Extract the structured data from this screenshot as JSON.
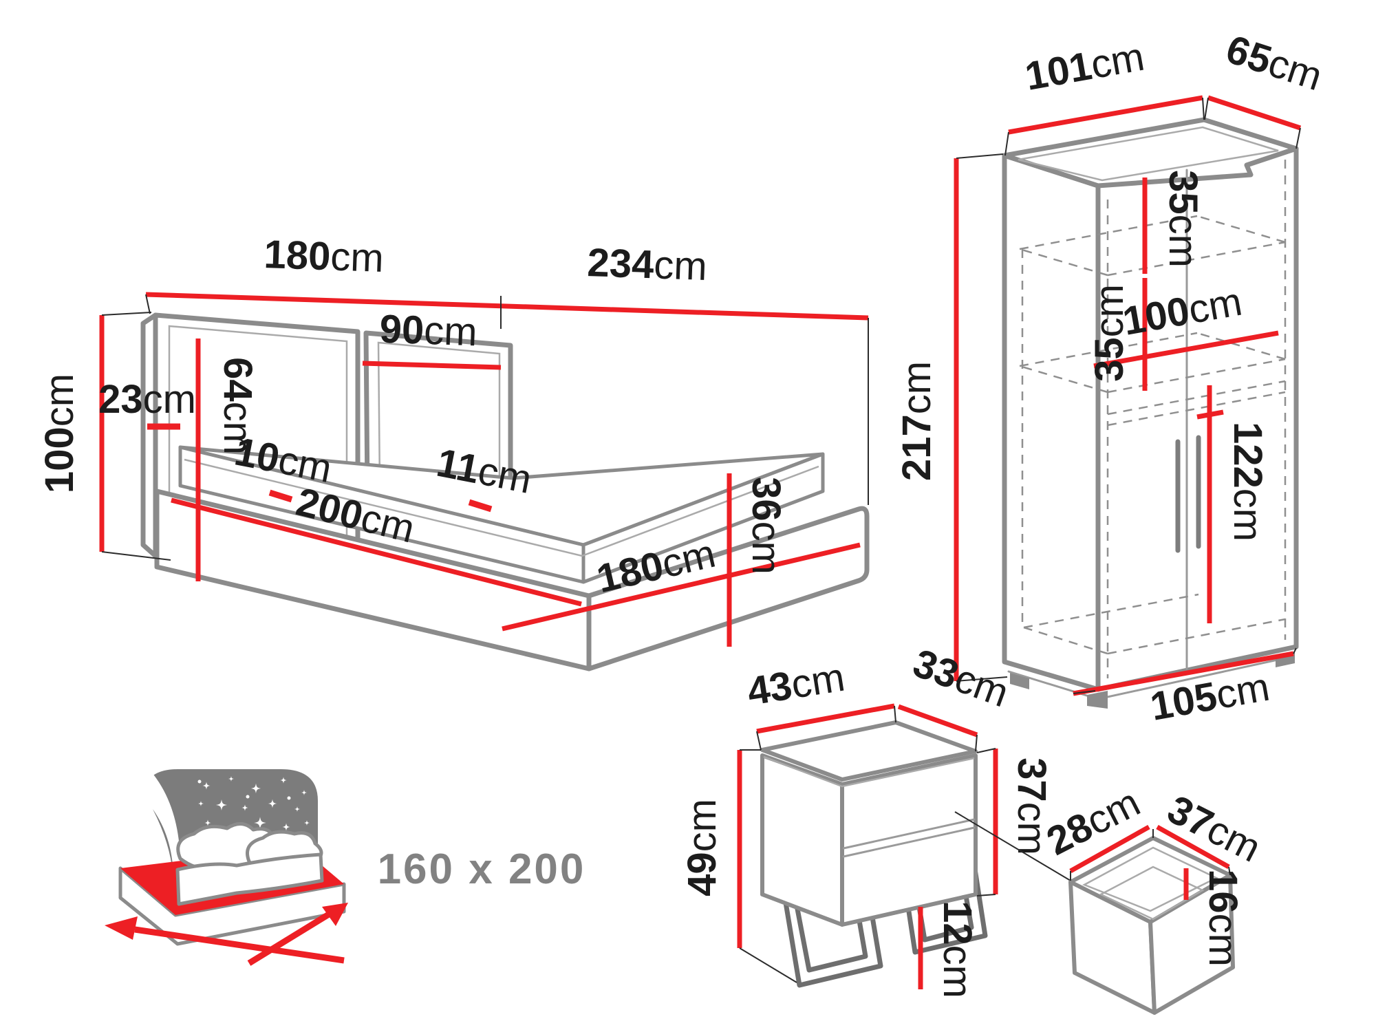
{
  "colors": {
    "dimension_red": "#ed1f24",
    "furniture_outline_gray": "#8b8b8b",
    "label_black": "#1c1c1c",
    "icon_gray": "#7c7c7c"
  },
  "bed": {
    "dims": {
      "headboard_width": {
        "v": "180",
        "u": "cm"
      },
      "total_length": {
        "v": "234",
        "u": "cm"
      },
      "height": {
        "v": "100",
        "u": "cm"
      },
      "side_panel_depth": {
        "v": "23",
        "u": "cm"
      },
      "headboard_height": {
        "v": "64",
        "u": "cm"
      },
      "headboard_cushion_width": {
        "v": "90",
        "u": "cm"
      },
      "frame_ledge": {
        "v": "10",
        "u": "cm"
      },
      "sleeping_length": {
        "v": "200",
        "u": "cm"
      },
      "mattress_ledge": {
        "v": "11",
        "u": "cm"
      },
      "frame_height": {
        "v": "36",
        "u": "cm"
      },
      "sleeping_width": {
        "v": "180",
        "u": "cm"
      }
    }
  },
  "wardrobe": {
    "dims": {
      "top_width": {
        "v": "101",
        "u": "cm"
      },
      "top_depth": {
        "v": "65",
        "u": "cm"
      },
      "height": {
        "v": "217",
        "u": "cm"
      },
      "upper_shelf_height": {
        "v": "35",
        "u": "cm"
      },
      "middle_shelf_height": {
        "v": "35",
        "u": "cm"
      },
      "interior_width": {
        "v": "100",
        "u": "cm"
      },
      "hanging_height": {
        "v": "122",
        "u": "cm"
      },
      "base_width": {
        "v": "105",
        "u": "cm"
      }
    }
  },
  "nightstand": {
    "dims": {
      "top_width": {
        "v": "43",
        "u": "cm"
      },
      "top_depth": {
        "v": "33",
        "u": "cm"
      },
      "body_height": {
        "v": "37",
        "u": "cm"
      },
      "total_height": {
        "v": "49",
        "u": "cm"
      },
      "leg_height": {
        "v": "12",
        "u": "cm"
      }
    }
  },
  "drawer": {
    "dims": {
      "inner_depth": {
        "v": "28",
        "u": "cm"
      },
      "inner_width": {
        "v": "37",
        "u": "cm"
      },
      "inner_height": {
        "v": "16",
        "u": "cm"
      }
    }
  },
  "mattress_size_icon": {
    "label": "160 x 200"
  }
}
